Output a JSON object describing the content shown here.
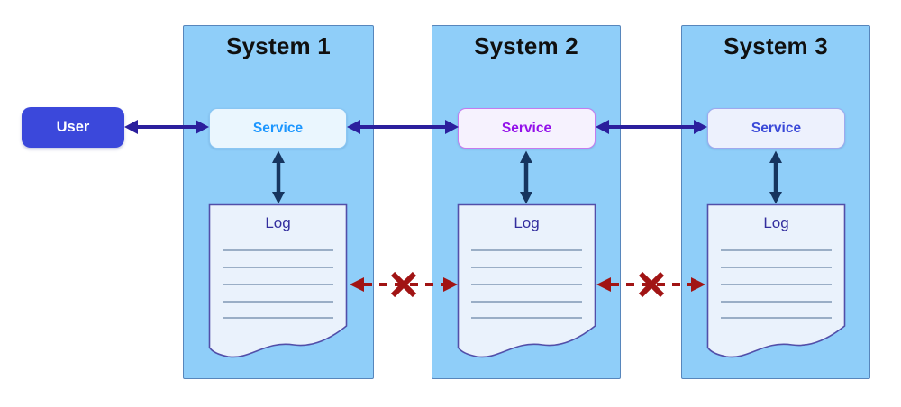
{
  "user": {
    "label": "User",
    "fill_color": "#3B48DB",
    "text_color": "#FFFFFF"
  },
  "systems": [
    {
      "title": "System 1",
      "panel_fill": "#8FCEF9",
      "panel_border": "#5786BC",
      "service": {
        "label": "Service",
        "fill": "#EAF6FE",
        "border": "#8AC6F3",
        "text_color": "#1B96FF"
      },
      "log": {
        "label": "Log",
        "fill": "#EAF2FC",
        "border": "#524FA9",
        "text_color": "#332E9E",
        "ruled_lines": 5
      }
    },
    {
      "title": "System 2",
      "panel_fill": "#8FCEF9",
      "panel_border": "#5786BC",
      "service": {
        "label": "Service",
        "fill": "#F6F2FE",
        "border": "#C47BEF",
        "text_color": "#9310EA"
      },
      "log": {
        "label": "Log",
        "fill": "#EAF2FC",
        "border": "#524FA9",
        "text_color": "#332E9E",
        "ruled_lines": 5
      }
    },
    {
      "title": "System 3",
      "panel_fill": "#8FCEF9",
      "panel_border": "#5786BC",
      "service": {
        "label": "Service",
        "fill": "#EDF1FD",
        "border": "#9FA9EE",
        "text_color": "#3A49D8"
      },
      "log": {
        "label": "Log",
        "fill": "#EAF2FC",
        "border": "#524FA9",
        "text_color": "#332E9E",
        "ruled_lines": 5
      }
    }
  ],
  "connections": {
    "user_to_service1": {
      "type": "bidirectional-arrow",
      "color": "#2B1F9D"
    },
    "service1_to_service2": {
      "type": "bidirectional-arrow",
      "color": "#2B1F9D"
    },
    "service2_to_service3": {
      "type": "bidirectional-arrow",
      "color": "#2B1F9D"
    },
    "service_to_log": {
      "type": "bidirectional-arrow",
      "color": "#16355F"
    },
    "log1_to_log2": {
      "type": "bidirectional-dashed-arrow",
      "color": "#A11414",
      "blocked": true,
      "blocked_marker": "x"
    },
    "log2_to_log3": {
      "type": "bidirectional-dashed-arrow",
      "color": "#A11414",
      "blocked": true,
      "blocked_marker": "x"
    }
  }
}
